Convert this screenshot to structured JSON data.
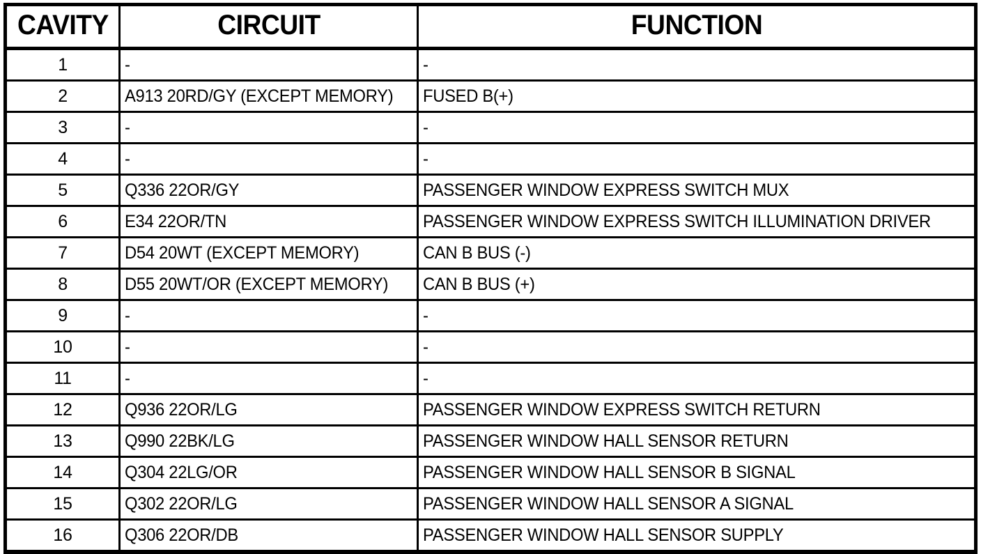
{
  "table": {
    "columns": [
      {
        "key": "cavity",
        "label": "CAVITY"
      },
      {
        "key": "circuit",
        "label": "CIRCUIT"
      },
      {
        "key": "function",
        "label": "FUNCTION"
      }
    ],
    "rows": [
      {
        "cavity": "1",
        "circuit": "-",
        "function": "-"
      },
      {
        "cavity": "2",
        "circuit": "A913 20RD/GY (EXCEPT MEMORY)",
        "function": "FUSED B(+)"
      },
      {
        "cavity": "3",
        "circuit": "-",
        "function": "-"
      },
      {
        "cavity": "4",
        "circuit": "-",
        "function": "-"
      },
      {
        "cavity": "5",
        "circuit": "Q336 22OR/GY",
        "function": "PASSENGER WINDOW EXPRESS SWITCH MUX"
      },
      {
        "cavity": "6",
        "circuit": "E34 22OR/TN",
        "function": "PASSENGER WINDOW EXPRESS SWITCH ILLUMINATION DRIVER"
      },
      {
        "cavity": "7",
        "circuit": "D54 20WT (EXCEPT MEMORY)",
        "function": "CAN B BUS (-)"
      },
      {
        "cavity": "8",
        "circuit": "D55 20WT/OR (EXCEPT MEMORY)",
        "function": "CAN B BUS (+)"
      },
      {
        "cavity": "9",
        "circuit": "-",
        "function": "-"
      },
      {
        "cavity": "10",
        "circuit": "-",
        "function": "-"
      },
      {
        "cavity": "11",
        "circuit": "-",
        "function": "-"
      },
      {
        "cavity": "12",
        "circuit": "Q936 22OR/LG",
        "function": "PASSENGER WINDOW EXPRESS SWITCH RETURN"
      },
      {
        "cavity": "13",
        "circuit": "Q990 22BK/LG",
        "function": "PASSENGER WINDOW HALL SENSOR RETURN"
      },
      {
        "cavity": "14",
        "circuit": "Q304 22LG/OR",
        "function": "PASSENGER WINDOW HALL SENSOR B SIGNAL"
      },
      {
        "cavity": "15",
        "circuit": "Q302 22OR/LG",
        "function": "PASSENGER WINDOW HALL SENSOR A SIGNAL"
      },
      {
        "cavity": "16",
        "circuit": "Q306 22OR/DB",
        "function": "PASSENGER WINDOW HALL SENSOR SUPPLY"
      }
    ]
  },
  "colors": {
    "ink": "#000000",
    "paper": "#ffffff"
  }
}
